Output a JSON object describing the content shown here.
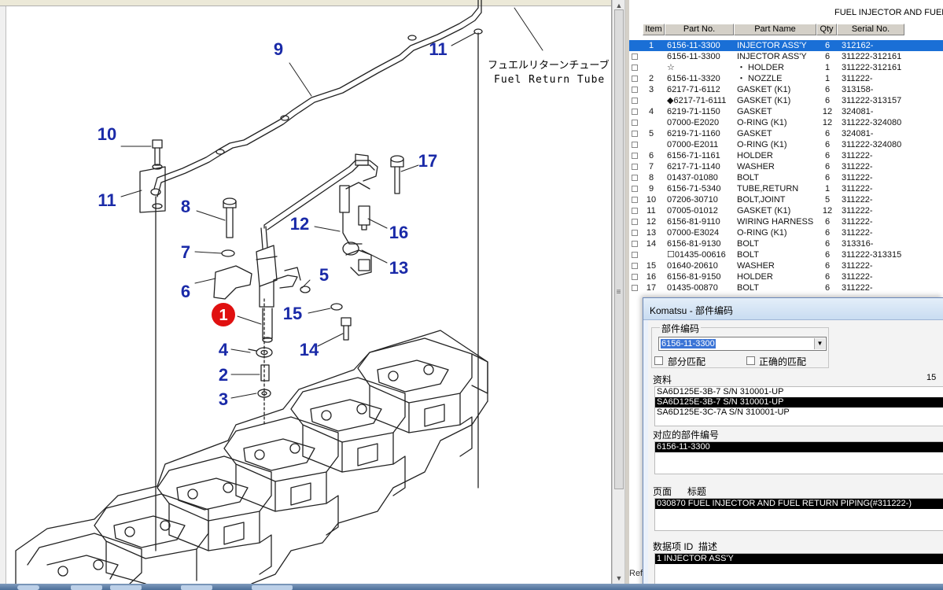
{
  "diagram": {
    "callouts": [
      "1",
      "2",
      "3",
      "4",
      "5",
      "6",
      "7",
      "8",
      "9",
      "10",
      "11",
      "11",
      "12",
      "13",
      "14",
      "15",
      "16",
      "17"
    ],
    "jp_label": "フュエルリターンチューブ",
    "en_label": "Fuel Return Tube"
  },
  "parts": {
    "title": "FUEL INJECTOR AND FUEL",
    "headers": [
      "Item",
      "Part No.",
      "Part Name",
      "Qty",
      "Serial No."
    ],
    "rows": [
      {
        "item": "1",
        "part": "6156-11-3300",
        "name": "INJECTOR ASS'Y",
        "qty": "6",
        "sn": "312162-",
        "sel": true
      },
      {
        "item": "",
        "part": "6156-11-3300",
        "name": "INJECTOR ASS'Y",
        "qty": "6",
        "sn": "311222-312161"
      },
      {
        "item": "",
        "part": "☆",
        "name": "・ HOLDER",
        "qty": "1",
        "sn": "311222-312161"
      },
      {
        "item": "2",
        "part": "6156-11-3320",
        "name": "・ NOZZLE",
        "qty": "1",
        "sn": "311222-"
      },
      {
        "item": "3",
        "part": "6217-71-6112",
        "name": "GASKET (K1)",
        "qty": "6",
        "sn": "313158-"
      },
      {
        "item": "",
        "part": "◆6217-71-6111",
        "name": "GASKET (K1)",
        "qty": "6",
        "sn": "311222-313157"
      },
      {
        "item": "4",
        "part": "6219-71-1150",
        "name": "GASKET",
        "qty": "12",
        "sn": "324081-"
      },
      {
        "item": "",
        "part": "07000-E2020",
        "name": "O-RING (K1)",
        "qty": "12",
        "sn": "311222-324080"
      },
      {
        "item": "5",
        "part": "6219-71-1160",
        "name": "GASKET",
        "qty": "6",
        "sn": "324081-"
      },
      {
        "item": "",
        "part": "07000-E2011",
        "name": "O-RING (K1)",
        "qty": "6",
        "sn": "311222-324080"
      },
      {
        "item": "6",
        "part": "6156-71-1161",
        "name": "HOLDER",
        "qty": "6",
        "sn": "311222-"
      },
      {
        "item": "7",
        "part": "6217-71-1140",
        "name": "WASHER",
        "qty": "6",
        "sn": "311222-"
      },
      {
        "item": "8",
        "part": "01437-01080",
        "name": "BOLT",
        "qty": "6",
        "sn": "311222-"
      },
      {
        "item": "9",
        "part": "6156-71-5340",
        "name": "TUBE,RETURN",
        "qty": "1",
        "sn": "311222-"
      },
      {
        "item": "10",
        "part": "07206-30710",
        "name": "BOLT,JOINT",
        "qty": "5",
        "sn": "311222-"
      },
      {
        "item": "11",
        "part": "07005-01012",
        "name": "GASKET (K1)",
        "qty": "12",
        "sn": "311222-"
      },
      {
        "item": "12",
        "part": "6156-81-9110",
        "name": "WIRING HARNESS",
        "qty": "6",
        "sn": "311222-"
      },
      {
        "item": "13",
        "part": "07000-E3024",
        "name": "O-RING (K1)",
        "qty": "6",
        "sn": "311222-"
      },
      {
        "item": "14",
        "part": "6156-81-9130",
        "name": "BOLT",
        "qty": "6",
        "sn": "313316-"
      },
      {
        "item": "",
        "part": "☐01435-00616",
        "name": "BOLT",
        "qty": "6",
        "sn": "311222-313315"
      },
      {
        "item": "15",
        "part": "01640-20610",
        "name": "WASHER",
        "qty": "6",
        "sn": "311222-"
      },
      {
        "item": "16",
        "part": "6156-81-9150",
        "name": "HOLDER",
        "qty": "6",
        "sn": "311222-"
      },
      {
        "item": "17",
        "part": "01435-00870",
        "name": "BOLT",
        "qty": "6",
        "sn": "311222-"
      }
    ],
    "refs_label": "Refi"
  },
  "dialog": {
    "title": "Komatsu - 部件编码",
    "group_label": "部件编码",
    "code_value": "6156-11-3300",
    "partial_match": "部分匹配",
    "exact_match": "正确的匹配",
    "data_label": "资料",
    "data_count": "15",
    "data_rows": [
      {
        "text": "SA6D125E-3B-7 S/N 310001-UP",
        "sel": false
      },
      {
        "text": "SA6D125E-3B-7 S/N 310001-UP",
        "sel": true
      },
      {
        "text": "SA6D125E-3C-7A S/N 310001-UP",
        "sel": false
      }
    ],
    "corr_label": "对应的部件编号",
    "corr_rows": [
      {
        "text": "6156-11-3300",
        "sel": true
      }
    ],
    "page_label": "页面",
    "heading_label": "标题",
    "page_rows": [
      {
        "text": "030870  FUEL INJECTOR AND FUEL RETURN PIPING(#311222-)",
        "sel": true
      }
    ],
    "item_id_label": "数据项 ID",
    "desc_label": "描述",
    "item_rows": [
      {
        "text": "1               INJECTOR ASS'Y",
        "sel": true
      }
    ]
  }
}
